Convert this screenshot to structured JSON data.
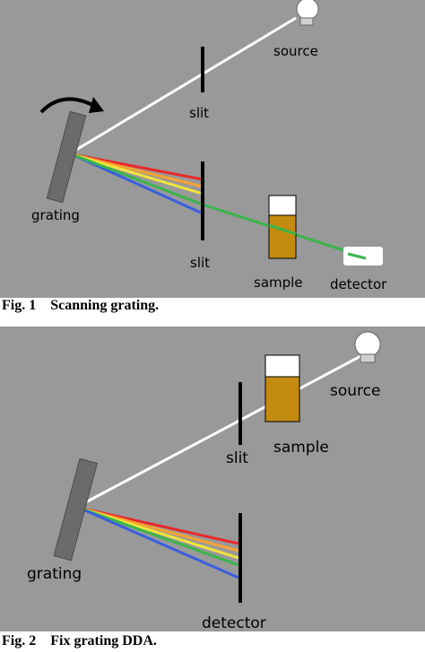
{
  "fig1": {
    "labels": {
      "source": "source",
      "slit_top": "slit",
      "grating": "grating",
      "slit_bottom": "slit",
      "sample": "sample",
      "detector": "detector"
    },
    "caption": "Fig. 1    Scanning grating."
  },
  "fig2": {
    "labels": {
      "source": "source",
      "sample": "sample",
      "slit": "slit",
      "grating": "grating",
      "detector": "detector"
    },
    "caption": "Fig. 2    Fix grating DDA."
  },
  "colors": {
    "background": "#999999",
    "grating": "#6b6b6b",
    "beam_white": "#ffffff",
    "red": "#e8282a",
    "orange": "#f7a233",
    "yellow": "#f2e53a",
    "green": "#39b54a",
    "blue": "#3a5ee0",
    "sample_liquid": "#c38b10",
    "sample_top": "#ffffff"
  }
}
